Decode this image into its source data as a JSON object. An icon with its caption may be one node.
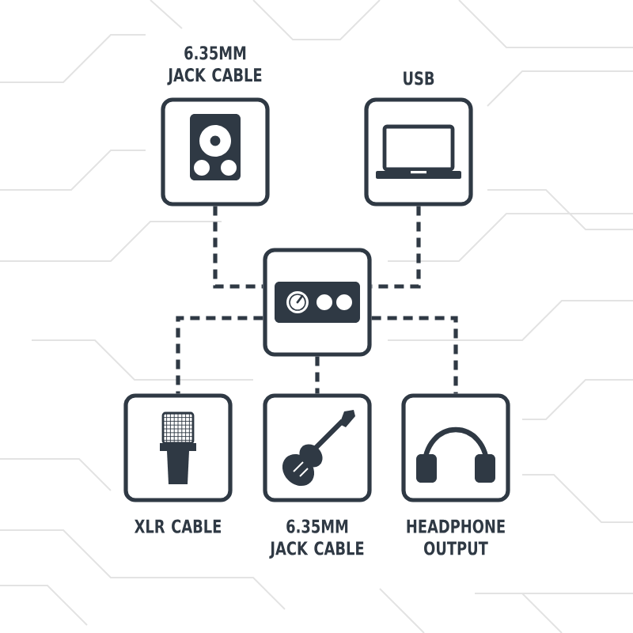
{
  "diagram": {
    "nodes": [
      {
        "text": [
          "6.35MM JACK CABLE"
        ]
      },
      {
        "text": [
          "USB"
        ]
      },
      {
        "text": [],
        "shape": "box"
      },
      {
        "text": [
          "XLR CABLE"
        ]
      },
      {
        "text": [
          "6.35MM JACK CABLE"
        ]
      },
      {
        "text": [
          "HEADPHONE OUTPUT"
        ]
      }
    ],
    "edges": [
      {
        "from": 0,
        "to": 2,
        "arrow": "none",
        "style": "dashed"
      },
      {
        "from": 1,
        "to": 2,
        "arrow": "none",
        "style": "dashed"
      },
      {
        "from": 2,
        "to": 3,
        "arrow": "none",
        "style": "dashed"
      },
      {
        "from": 2,
        "to": 4,
        "arrow": "none",
        "style": "dashed"
      },
      {
        "from": 2,
        "to": 5,
        "arrow": "none",
        "style": "dashed"
      }
    ]
  }
}
